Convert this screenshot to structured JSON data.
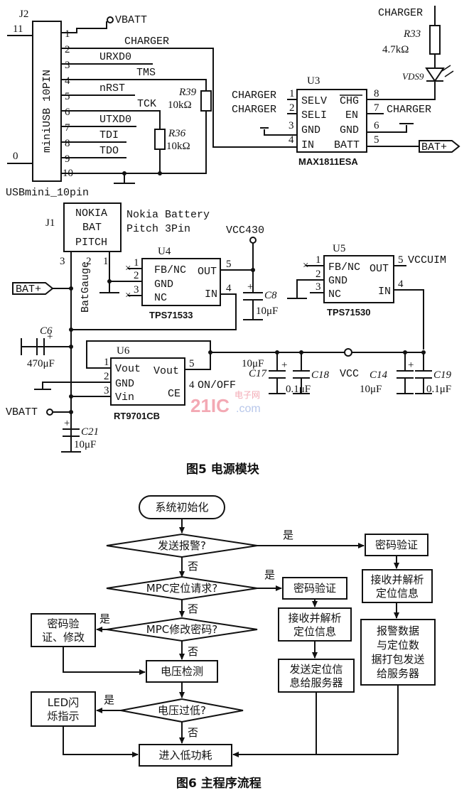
{
  "figure5": {
    "caption": "图5   电源模块",
    "j2": {
      "ref": "J2",
      "body": "miniUSB 10PIN",
      "part": "USBmini_10pin",
      "left_pins": [
        "11",
        "0"
      ],
      "pins": [
        "1",
        "2",
        "3",
        "4",
        "5",
        "6",
        "7",
        "8",
        "9",
        "10"
      ],
      "signals": [
        "CHARGER",
        "URXD0",
        "TMS",
        "nRST",
        "TCK",
        "UTXD0",
        "TDI",
        "TDO"
      ]
    },
    "r39": {
      "ref": "R39",
      "value": "10kΩ"
    },
    "r36": {
      "ref": "R36",
      "value": "10kΩ"
    },
    "r33": {
      "ref": "R33",
      "value": "4.7kΩ"
    },
    "vds9": "VDS9",
    "vbatt_top": "VBATT",
    "charger_top": "CHARGER",
    "u3": {
      "ref": "U3",
      "part": "MAX1811ESA",
      "left_pins": [
        {
          "num": "1",
          "name": "SELV",
          "net": "CHARGER"
        },
        {
          "num": "2",
          "name": "SELI",
          "net": "CHARGER"
        },
        {
          "num": "3",
          "name": "GND",
          "net": ""
        },
        {
          "num": "4",
          "name": "IN",
          "net": ""
        }
      ],
      "right_pins": [
        {
          "num": "8",
          "name": "CHG",
          "net": ""
        },
        {
          "num": "7",
          "name": "EN",
          "net": "CHARGER"
        },
        {
          "num": "6",
          "name": "GND",
          "net": ""
        },
        {
          "num": "5",
          "name": "BATT",
          "net": "BAT+"
        }
      ]
    },
    "j1": {
      "ref": "J1",
      "body": [
        "NOKIA",
        "BAT",
        "PITCH"
      ],
      "desc": [
        "Nokia Battery",
        "Pitch 3Pin"
      ],
      "pin3": "3",
      "pin2": "2",
      "pin1": "1",
      "net": "BatGauge"
    },
    "vcc430": "VCC430",
    "u4": {
      "ref": "U4",
      "part": "TPS71533",
      "pins": [
        "FB/NC",
        "GND",
        "NC",
        "OUT",
        "IN"
      ],
      "nums": [
        "1",
        "2",
        "3",
        "5",
        "4"
      ]
    },
    "u5": {
      "ref": "U5",
      "part": "TPS71530",
      "pins": [
        "FB/NC",
        "GND",
        "NC",
        "OUT",
        "IN"
      ],
      "nums": [
        "1",
        "2",
        "3",
        "5",
        "4"
      ],
      "out_net": "VCCUIM"
    },
    "c8": {
      "ref": "C8",
      "value": "10μF"
    },
    "c6": {
      "ref": "C6",
      "value": "470μF"
    },
    "batplus": "BAT+",
    "u6": {
      "ref": "U6",
      "part": "RT9701CB",
      "pins": [
        "Vout",
        "GND",
        "Vin",
        "Vout",
        "ON/OFF",
        "CE"
      ],
      "nums": [
        "1",
        "2",
        "3",
        "5",
        "4"
      ]
    },
    "c17": {
      "ref": "C17",
      "value": "10μF"
    },
    "c18": {
      "ref": "C18",
      "value": "0.1μF"
    },
    "c14": {
      "ref": "C14",
      "value": "10μF"
    },
    "c19": {
      "ref": "C19",
      "value": "0.1μF"
    },
    "vcc": "VCC",
    "vbatt_low": "VBATT",
    "c21": {
      "ref": "C21",
      "value": "10μF"
    },
    "watermark": {
      "main": "21IC",
      "sub": "电子网",
      "dom": ".com"
    }
  },
  "figure6": {
    "caption": "图6   主程序流程",
    "start": "系统初始化",
    "d_alarm": "发送报警?",
    "d_mpc_loc": "MPC定位请求?",
    "d_mpc_pwd": "MPC修改密码?",
    "p_voltage": "电压检测",
    "d_low": "电压过低?",
    "p_lowpower": "进入低功耗",
    "p_pwd_verify_1": "密码验证",
    "p_pwd_verify_2": "密码验证",
    "p_recv_1": [
      "接收并解析",
      "定位信息"
    ],
    "p_recv_2": [
      "接收并解析",
      "定位信息"
    ],
    "p_send_loc": [
      "发送定位信",
      "息给服务器"
    ],
    "p_pack": [
      "报警数据",
      "与定位数",
      "据打包发送",
      "给服务器"
    ],
    "p_pwd_edit": [
      "密码验",
      "证、修改"
    ],
    "p_led": [
      "LED闪",
      "烁指示"
    ],
    "yes": "是",
    "no": "否"
  }
}
